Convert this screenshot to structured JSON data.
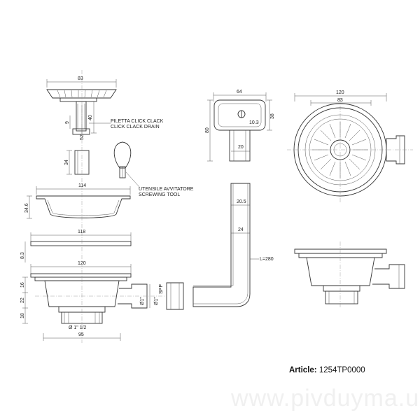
{
  "dimensions": {
    "basket_width": "83",
    "basket_height": "40",
    "click_stroke": "9",
    "click_total": "52",
    "click_small": "34",
    "bowl_width": "114",
    "bowl_depth": "34.6",
    "plate_width": "118",
    "plate_thickness": "8.3",
    "body_width": "120",
    "body_h1": "16",
    "body_h2": "22",
    "body_h3": "18",
    "thread": "Ø 1\" 1/2",
    "base_width": "95",
    "outlet_dia": "Ø1\"",
    "outlet_dia2": "Ø1\"",
    "outlet_label": "SPP",
    "overflow_width": "64",
    "overflow_height": "38",
    "overflow_total": "80",
    "overflow_slot": "10.3",
    "overflow_neck": "20",
    "pipe_a": "20.5",
    "pipe_b": "24",
    "pipe_length": "L=280",
    "top_outer": "120",
    "top_inner": "83"
  },
  "labels": {
    "click_drain_1": "PILETTA CLICK CLACK",
    "click_drain_2": "CLICK CLACK DRAIN",
    "tool_1": "UTENSILE AVVITATORE",
    "tool_2": "SCREWING TOOL"
  },
  "article": {
    "label": "Article:",
    "code": "1254TP0000"
  },
  "watermark": "www.pivduyma.ua"
}
